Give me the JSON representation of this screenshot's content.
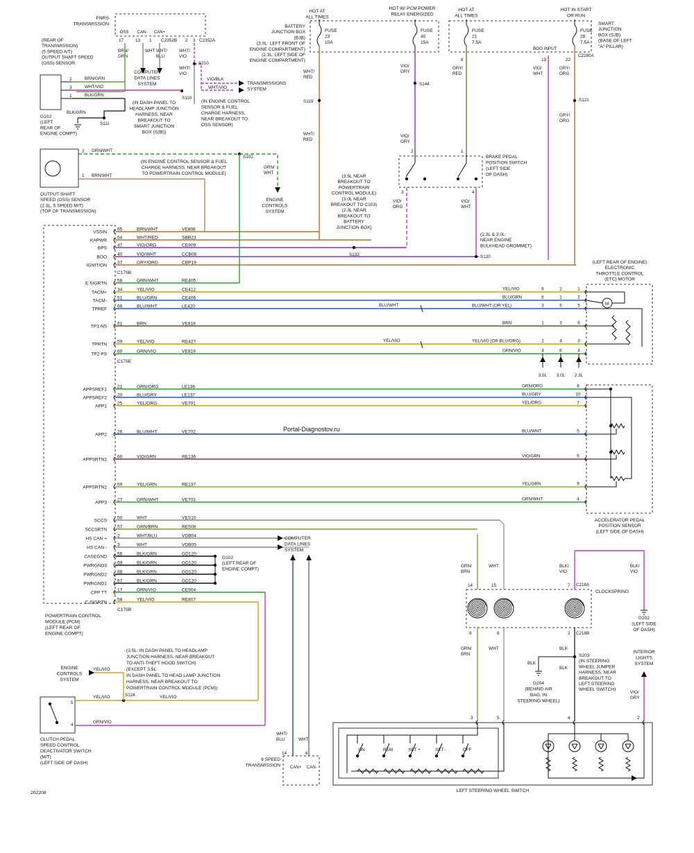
{
  "watermark": "Portal-Diagnostov.ru",
  "diagram_id": "202208",
  "pcm": {
    "lines": [
      "POWERTRAIN CONTROL",
      "MODULE (PCM)",
      "(LEFT REAR OF",
      "ENGINE COMPT)"
    ],
    "connector_top": "C175B",
    "connector_mid": "C175E",
    "connector_bot": "C175B",
    "pins": [
      {
        "name": "VSSIN",
        "pin": "65",
        "wire": "BRN/WHT",
        "circuit": "VE806",
        "color": "#c96a2a"
      },
      {
        "name": "KAPWR",
        "pin": "54",
        "wire": "WHT/RED",
        "circuit": "SBB23",
        "color": "#c96a2a"
      },
      {
        "name": "BPS",
        "pin": "47",
        "wire": "VIO/ORG",
        "circuit": "CE909",
        "color": "#8a2be2"
      },
      {
        "name": "BOO",
        "pin": "40",
        "wire": "VIO/WHT",
        "circuit": "CCB08",
        "color": "#8a2be2"
      },
      {
        "name": "IGNITION",
        "pin": "37",
        "wire": "GRY/ORG",
        "circuit": "CBP19",
        "color": "#c96a2a"
      },
      {
        "name": "E SIGRTN",
        "pin": "58",
        "wire": "GRN/WHT",
        "circuit": "RE405",
        "color": "#22aa22"
      },
      {
        "name": "TACM+",
        "pin": "34",
        "wire": "YEL/VIO",
        "circuit": "CE412",
        "color": "#c8a800"
      },
      {
        "name": "TACM-",
        "pin": "51",
        "wire": "BLU/GRN",
        "circuit": "CE406",
        "color": "#1a5fd6"
      },
      {
        "name": "TPREF",
        "pin": "66",
        "wire": "BLU/WHT",
        "circuit": "LE420",
        "color": "#1a5fd6"
      },
      {
        "name": "TP1 NS",
        "pin": "61",
        "wire": "BRN",
        "circuit": "VE818",
        "color": "#8b4513"
      },
      {
        "name": "TPRTN",
        "pin": "59",
        "wire": "YEL/VIO",
        "circuit": "RE427",
        "color": "#c8a800"
      },
      {
        "name": "TP2 PS",
        "pin": "60",
        "wire": "GRN/VIO",
        "circuit": "VE819",
        "color": "#22aa22"
      },
      {
        "name": "APPSREF1",
        "pin": "21",
        "wire": "GRN/ORG",
        "circuit": "LE136",
        "color": "#22aa22"
      },
      {
        "name": "APPSREF2",
        "pin": "20",
        "wire": "BLU/GRY",
        "circuit": "LE137",
        "color": "#1a5fd6"
      },
      {
        "name": "APP1",
        "pin": "25",
        "wire": "YEL/ORG",
        "circuit": "VE701",
        "color": "#e0a000"
      },
      {
        "name": "APP2",
        "pin": "26",
        "wire": "BLU/WHT",
        "circuit": "VE702",
        "color": "#1a3fd6"
      },
      {
        "name": "APPSRTN1",
        "pin": "60",
        "wire": "VIO/GRN",
        "circuit": "RE136",
        "color": "#8a2b6e"
      },
      {
        "name": "APPSRTN2",
        "pin": "59",
        "wire": "YEL/GRN",
        "circuit": "RE137",
        "color": "#7acc00"
      },
      {
        "name": "APP3",
        "pin": "27",
        "wire": "GRN/WHT",
        "circuit": "VE703",
        "color": "#22aa22"
      },
      {
        "name": "SCCS",
        "pin": "50",
        "wire": "WHT",
        "circuit": "VES10",
        "color": "#888888"
      },
      {
        "name": "SCCSRTN",
        "pin": "57",
        "wire": "GRN/BRN",
        "circuit": "RE508",
        "color": "#7a9a2a"
      },
      {
        "name": "HS CAN +",
        "pin": "2",
        "wire": "WHT/BLU",
        "circuit": "VDB04",
        "color": "#888888"
      },
      {
        "name": "HS CAN -",
        "pin": "3",
        "wire": "WHT",
        "circuit": "VDB05",
        "color": "#888888"
      },
      {
        "name": "CASEGND",
        "pin": "56",
        "wire": "BLK/GRN",
        "circuit": "GD120",
        "color": "#111111"
      },
      {
        "name": "PWRGND3",
        "pin": "69",
        "wire": "BLK/GRN",
        "circuit": "GD120",
        "color": "#111111"
      },
      {
        "name": "PWRGND2",
        "pin": "68",
        "wire": "BLK/GRN",
        "circuit": "GD120",
        "color": "#111111"
      },
      {
        "name": "PWRGND1",
        "pin": "67",
        "wire": "BLK/GRN",
        "circuit": "GD120",
        "color": "#111111"
      },
      {
        "name": "CPP TT",
        "pin": "17",
        "wire": "GRN/VIO",
        "circuit": "CE904",
        "color": "#22aa22"
      },
      {
        "name": "C SIGRTN",
        "pin": "58",
        "wire": "YEL/VIO",
        "circuit": "RE807",
        "color": "#e0a000"
      }
    ]
  },
  "fnrs": {
    "title": [
      "FNRS",
      "TRANSMISSION"
    ],
    "pins": [
      "OSS",
      "CAN-",
      "CAN+"
    ],
    "connectors": [
      "C2352B",
      "C2352A"
    ],
    "pin_nums": [
      "17",
      "13",
      "1",
      "2",
      "3"
    ]
  },
  "labels": {
    "battery_jb": [
      "BATTERY",
      "JUNCTION BOX",
      "(BJB)",
      "(3.0L: LEFT FRONT OF",
      "ENGINE COMPARTMENT)",
      "(2.3L: LEFT SIDE OF",
      "ENGINE COMPARTMENT)"
    ],
    "hot_at_all_times": [
      "HOT AT",
      "ALL TIMES"
    ],
    "hot_pcm": [
      "HOT W/ PCM POWER",
      "RELAY ENERGIZED"
    ],
    "hot_start_run": [
      "HOT IN START",
      "OR RUN"
    ],
    "sjb": [
      "SMART",
      "JUNCTION",
      "BOX (SJB)",
      "(BASE OF LEFT",
      "\"A\" PILLAR)"
    ],
    "fuse23": [
      "FUSE",
      "23",
      "10A"
    ],
    "fuse40": [
      "FUSE",
      "40",
      "15A"
    ],
    "fuse21": [
      "FUSE",
      "21",
      "7.5A"
    ],
    "fuse28": [
      "FUSE",
      "28",
      "7.5A"
    ],
    "boo_input": "BOO INPUT",
    "c2280a": "C2280A",
    "oss_auto": [
      "(REAR OF",
      "TRANSMISSION)",
      "(5 SPEED A/T)",
      "OUTPUT SHAFT SPEED",
      "(OSS) SENSOR"
    ],
    "oss_manual": [
      "OUTPUT SHAFT",
      "SPEED (OSS) SENSOR",
      "(2.3L, 5 SPEED M/T)",
      "(TOP OF TRANSMISSION)"
    ],
    "g102a": [
      "G102",
      "(LEFT",
      "REAR OF",
      "ENGINE COMPT)"
    ],
    "g102b": [
      "G102",
      "(LEFT REAR OF",
      "ENGINE COMPT)"
    ],
    "trans_system": [
      "TRANSMISSIONS",
      "SYSTEM"
    ],
    "computer_data": [
      "COMPUTER",
      "DATA LINES",
      "SYSTEM"
    ],
    "s210_note": [
      "(IN DASH PANEL TO",
      "HEADLAMP JUNCTION",
      "HARNESS, NEAR",
      "BREAKOUT TO",
      "SMART JUNCTION",
      "BOX (SJB))"
    ],
    "s110_note": [
      "(IN ENGINE CONTROL",
      "SENSOR & FUEL",
      "CHARGE HARNESS,",
      "NEAR BREAKOUT TO",
      "OSS SENSOR)"
    ],
    "s102_note": [
      "(IN ENGINE CONTROL SENSOR & FUEL",
      "CHARGE HARNESS, NEAR BREAKOUT",
      "TO POWERTRAIN CONTROL MODULE)"
    ],
    "engine_controls": [
      "ENGINE",
      "CONTROLS",
      "SYSTEM"
    ],
    "s133_note": [
      "(3.5L NEAR",
      "BREAKOUT TO",
      "POWERTRAIN",
      "CONTROL MODULE)",
      "(3.0L NEAR",
      "BREAKOUT TO C103)",
      "(2.3L NEAR",
      "BREAKOUT TO",
      "BATTERY",
      "JUNCTION BOX)"
    ],
    "brake_switch": [
      "BRAKE PEDAL",
      "POSITION SWITCH",
      "(LEFT SIDE",
      "OF DASH)"
    ],
    "s120_note": [
      "(2.3L & 3.0L:",
      "NEAR ENGINE",
      "BULKHEAD GROMMET)"
    ],
    "etc": [
      "(LEFT REAR OF ENGINE)",
      "ELECTRONIC",
      "THROTTLE CONTROL",
      "(ETC) MOTOR"
    ],
    "apps": [
      "ACCELERATOR PEDAL",
      "POSITION SENSOR",
      "(LEFT SIDE OF DASH)"
    ],
    "engine_sizes": [
      "3.5L",
      "3.0L",
      "2.3L"
    ],
    "clockspring": "CLOCKSPRING",
    "c218a": "C218A",
    "c218b": "C218B",
    "g202": [
      "G202",
      "(LEFT SIDE",
      "OF DASH)"
    ],
    "g204": [
      "G204",
      "(BEHIND AIR",
      "BAG, IN",
      "STEERING WHEEL)"
    ],
    "s203": [
      "S203",
      "(IN STEERING",
      "WHEEL JUMPER",
      "HARNESS, NEAR",
      "BREAKOUT TO",
      "LEFT STEERING",
      "WHEEL SWITCH)"
    ],
    "interior_lights": [
      "INTERIOR",
      "LIGHTS",
      "SYSTEM"
    ],
    "steering_switch": "LEFT STEERING WHEEL SWITCH",
    "switch_labels": [
      "ON",
      "RSM",
      "SET +",
      "SET -",
      "OFF"
    ],
    "s124_note": [
      "(3.5L: IN DASH PANEL TO HEADLAMP",
      "JUNCTION HARNESS, NEAR BREAKOUT",
      "TO ANTI-THEFT HOOD SWITCH)",
      "(EXCEPT 3.5L:",
      "IN DASH PANEL TO HEAD LAMP JUNCTION",
      "HARNESS, NEAR BREAKOUT TO",
      "POWERTRAIN CONTROL MODULE (PCM))"
    ],
    "clutch_switch": [
      "CLUTCH PEDAL",
      "SPEED CONTROL",
      "DEACTIVATOR SWITCH",
      "(M/T)",
      "(LEFT SIDE OF DASH)"
    ],
    "six_speed": [
      "6 SPEED",
      "TRANSMISSION"
    ]
  },
  "etc_wires": [
    {
      "wire": "YEL/VIO",
      "pins": [
        "6",
        "2",
        "1"
      ],
      "term": "1"
    },
    {
      "wire": "BLU/GRN",
      "pins": [
        "6",
        "1",
        "2"
      ],
      "term": "2"
    },
    {
      "wire": "BLU/WHT",
      "extra": "(OR YEL)",
      "pins": [
        "3",
        "5",
        "5"
      ],
      "term": "5"
    },
    {
      "wire": "BRN",
      "pins": [
        "1",
        "3",
        "6"
      ],
      "term": "6"
    },
    {
      "wire": "YEL/VIO",
      "extra": "(OR BLU/ORG)",
      "pins": [
        "2",
        "4",
        "3"
      ],
      "term": "3"
    },
    {
      "wire": "GRN/VIO",
      "pins": [
        "4",
        "6",
        "4"
      ],
      "term": "4"
    }
  ],
  "apps_wires": [
    {
      "wire": "GRN/ORG",
      "term": "8"
    },
    {
      "wire": "BLU/GRY",
      "term": "10"
    },
    {
      "wire": "YEL/ORG",
      "term": "7"
    },
    {
      "wire": "BLU/WHT",
      "term": "5"
    },
    {
      "wire": "VIO/GRN",
      "term": "6"
    },
    {
      "wire": "YEL/GRN",
      "term": "9"
    },
    {
      "wire": "GRN/WHT",
      "term": "4"
    }
  ]
}
